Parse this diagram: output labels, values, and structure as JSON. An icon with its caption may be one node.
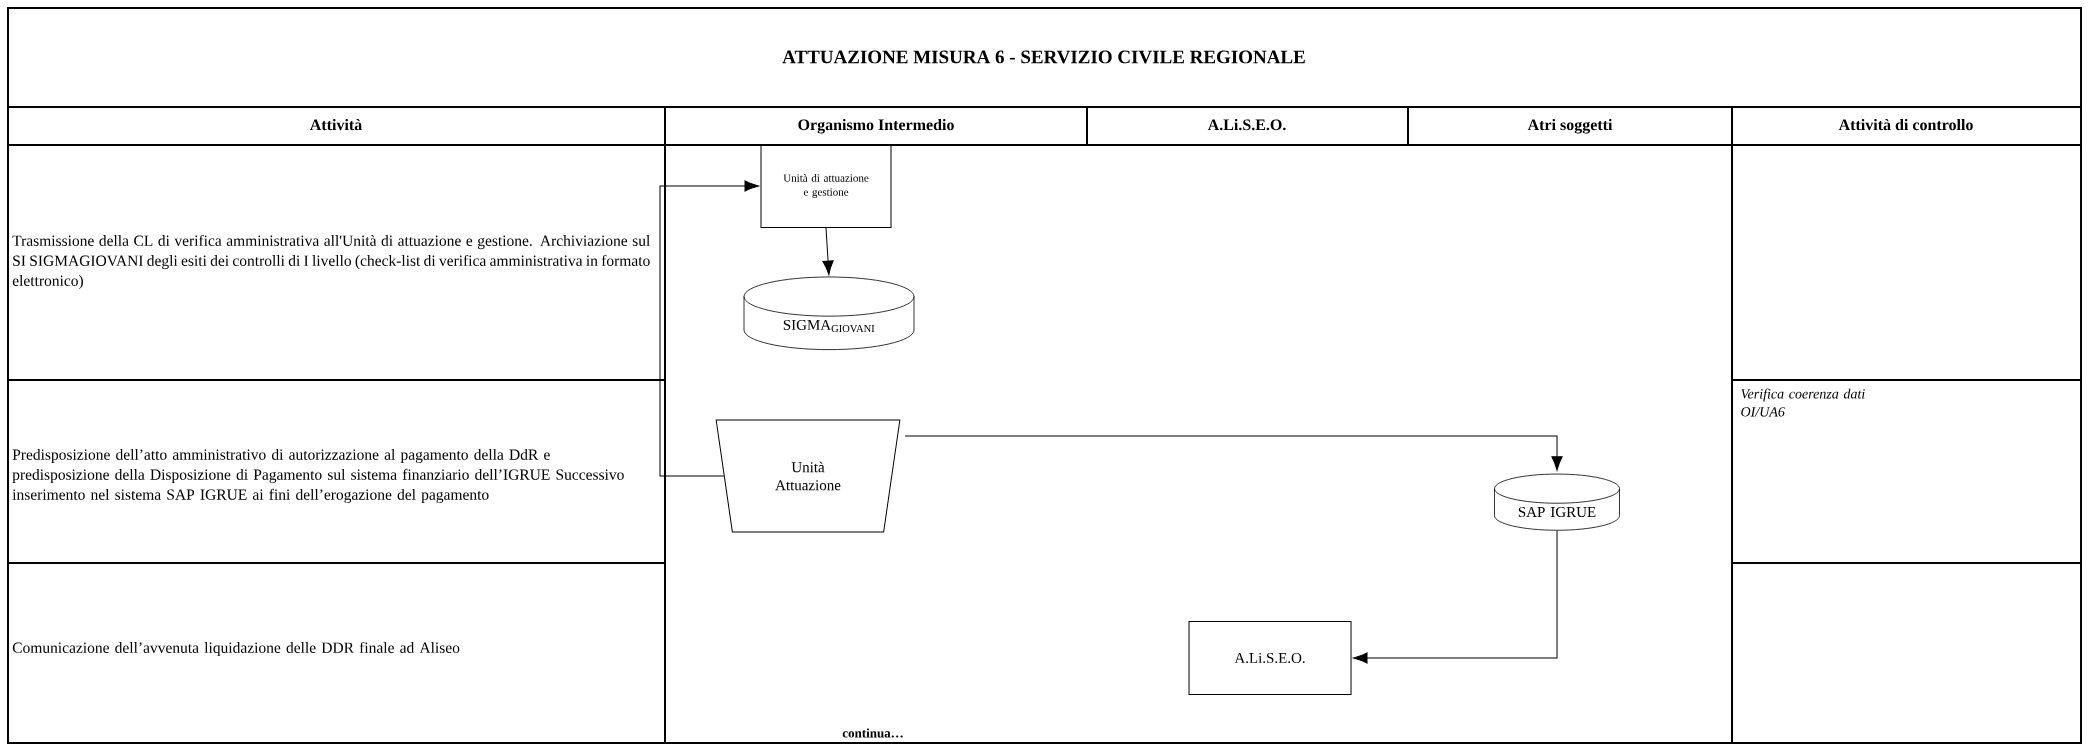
{
  "diagram": {
    "title": "ATTUAZIONE MISURA 6 - SERVIZIO CIVILE REGIONALE",
    "nodes": [
      {
        "text": [
          "Unità di attuazione e gestione"
        ]
      },
      {
        "text": [
          "SIGMA$_{GIOVANI}$"
        ]
      },
      {
        "text": [
          "Unità Attuazione"
        ]
      },
      {
        "text": [
          "SAP IGRUE"
        ]
      },
      {
        "text": [
          "A.Li.S.E.O."
        ]
      }
    ],
    "edges": [
      {
        "from": 2,
        "to": 0,
        "arrow": "to"
      },
      {
        "from": 0,
        "to": 1,
        "arrow": "to"
      },
      {
        "from": 2,
        "to": 3,
        "arrow": "to"
      },
      {
        "from": 3,
        "to": 4,
        "arrow": "to"
      }
    ],
    "labels": [
      "Attività",
      "Organismo Intermedio",
      "A.Li.S.E.O.",
      "Atri soggetti",
      "Attività di controllo",
      "Trasmissione della CL di verifica amministrativa all'Unità di attuazione e gestione. Archiviazione sul SI SIGMAGIOVANI degli esiti dei controlli di I livello (check-list di verifica amministrativa in formato elettronico)",
      "Verifica coerenza dati OI/UA6",
      "Predisposizione dell’atto amministrativo di autorizzazione al pagamento della DdR e predisposizione della Disposizione di Pagamento sul sistema finanziario dell’IGRUE Successivo inserimento nel sistema SAP IGRUE ai fini dell’erogazione del pagamento",
      "Comunicazione dell’avvenuta liquidazione delle DDR finale ad Aliseo",
      "continua…"
    ]
  }
}
